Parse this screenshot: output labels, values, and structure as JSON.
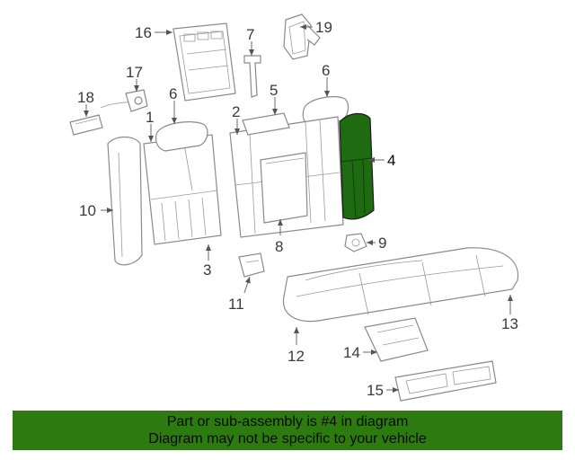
{
  "callouts": {
    "c1": "1",
    "c2": "2",
    "c3": "3",
    "c4": "4",
    "c5": "5",
    "c6a": "6",
    "c6b": "6",
    "c7": "7",
    "c8": "8",
    "c9": "9",
    "c10": "10",
    "c11": "11",
    "c12": "12",
    "c13": "13",
    "c14": "14",
    "c15": "15",
    "c16": "16",
    "c17": "17",
    "c18": "18",
    "c19": "19"
  },
  "highlight": {
    "part": "4",
    "fill_color": "#1e6b12",
    "banner_color": "#2c7a10"
  },
  "banner": {
    "line1": "Part or sub-assembly is #4 in diagram",
    "line2": "Diagram may not be specific to your vehicle"
  }
}
